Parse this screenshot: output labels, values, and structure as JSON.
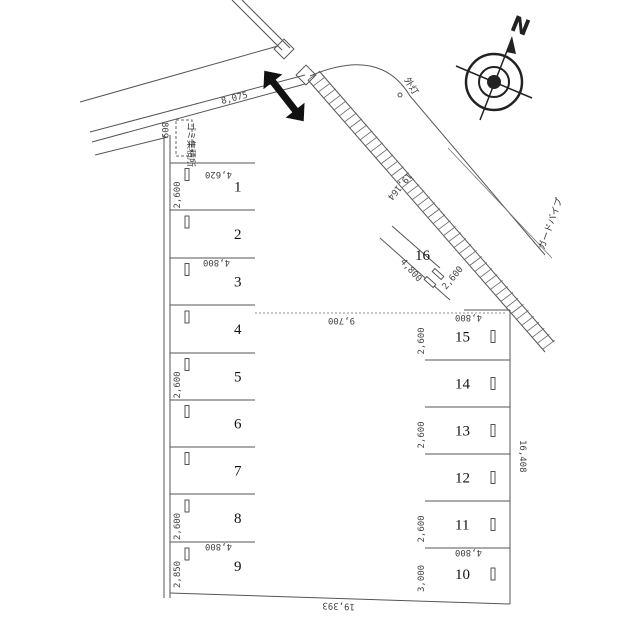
{
  "north_label": "N",
  "road_width": "8,075",
  "left_edge": "809",
  "garbage_label": "ゴミ集積所",
  "street_lamp": "外灯",
  "guard_pipe": "ガードバイプ",
  "diagonal_length": "19,164",
  "center_width": "9,700",
  "bottom_length": "19,393",
  "right_length": "16,408",
  "left_spaces": [
    {
      "num": "1",
      "width": "2,600",
      "depth": "4,620"
    },
    {
      "num": "2",
      "width": "",
      "depth": ""
    },
    {
      "num": "3",
      "width": "",
      "depth": "4,800"
    },
    {
      "num": "4",
      "width": "",
      "depth": ""
    },
    {
      "num": "5",
      "width": "2,600",
      "depth": ""
    },
    {
      "num": "6",
      "width": "",
      "depth": ""
    },
    {
      "num": "7",
      "width": "",
      "depth": ""
    },
    {
      "num": "8",
      "width": "2,600",
      "depth": ""
    },
    {
      "num": "9",
      "width": "2,850",
      "depth": "4,800"
    }
  ],
  "right_spaces": [
    {
      "num": "15",
      "width": "2,600",
      "depth": "4,800"
    },
    {
      "num": "14",
      "width": "",
      "depth": ""
    },
    {
      "num": "13",
      "width": "2,600",
      "depth": ""
    },
    {
      "num": "12",
      "width": "",
      "depth": ""
    },
    {
      "num": "11",
      "width": "2,600",
      "depth": ""
    },
    {
      "num": "10",
      "width": "3,000",
      "depth": "4,800"
    }
  ],
  "diag_space": {
    "num": "16",
    "width": "2,600",
    "depth": "4,800"
  }
}
